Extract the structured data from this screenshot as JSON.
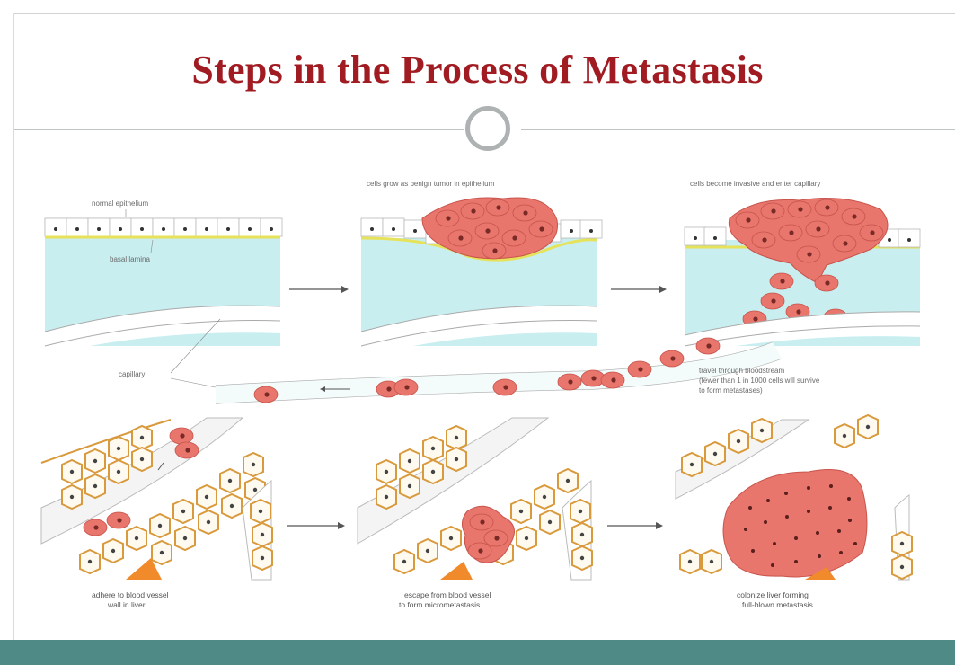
{
  "slide": {
    "title": "Steps in the Process of Metastasis"
  },
  "diagram": {
    "top_labels": [
      "normal epithelium",
      "cells grow as benign tumor in epithelium",
      "cells become invasive and enter capillary"
    ],
    "inner_labels": {
      "basal_lamina": "basal lamina",
      "capillary": "capillary"
    },
    "middle_caption": [
      "travel through bloodstream",
      "(fewer than 1 in 1000 cells will survive",
      "to form metastases)"
    ],
    "bottom_captions": [
      [
        "adhere to blood vessel",
        "wall in liver"
      ],
      [
        "escape from blood vessel",
        "to form micrometastasis"
      ],
      [
        "colonize liver forming",
        "full-blown metastasis"
      ]
    ]
  },
  "colors": {
    "title": "#a01c22",
    "footer": "#4f8a87",
    "tumor": "#e8766d",
    "stroma": "#c8eef0",
    "basal_lamina": "#e6e35a",
    "liver": "#d89a3c"
  }
}
